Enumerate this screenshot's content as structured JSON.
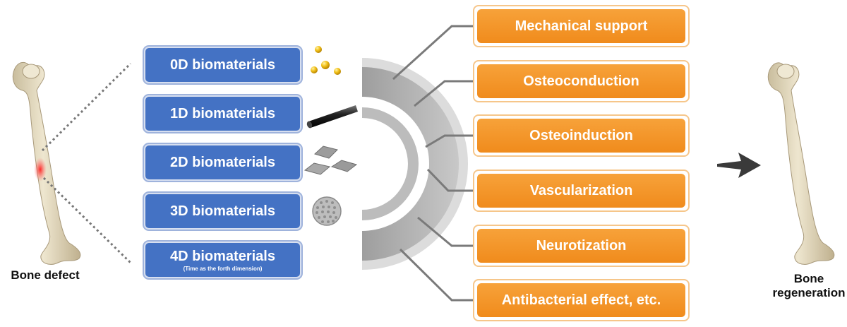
{
  "left_caption": "Bone defect",
  "right_caption": [
    "Bone",
    "regeneration"
  ],
  "biomaterials": [
    {
      "label": "0D biomaterials",
      "sub": ""
    },
    {
      "label": "1D biomaterials",
      "sub": ""
    },
    {
      "label": "2D biomaterials",
      "sub": ""
    },
    {
      "label": "3D biomaterials",
      "sub": ""
    },
    {
      "label": "4D biomaterials",
      "sub": "(Time as the forth dimension)"
    }
  ],
  "properties": [
    "Mechanical support",
    "Osteoconduction",
    "Osteoinduction",
    "Vascularization",
    "Neurotization",
    "Antibacterial effect, etc."
  ],
  "colors": {
    "blue_box": "#4472c4",
    "orange_box": "#f39a2d",
    "defect_red": "#e8262a",
    "bone": "#e7dcc1",
    "arc_gray": "#b9b9b9",
    "connector_gray": "#7a7a7a"
  }
}
